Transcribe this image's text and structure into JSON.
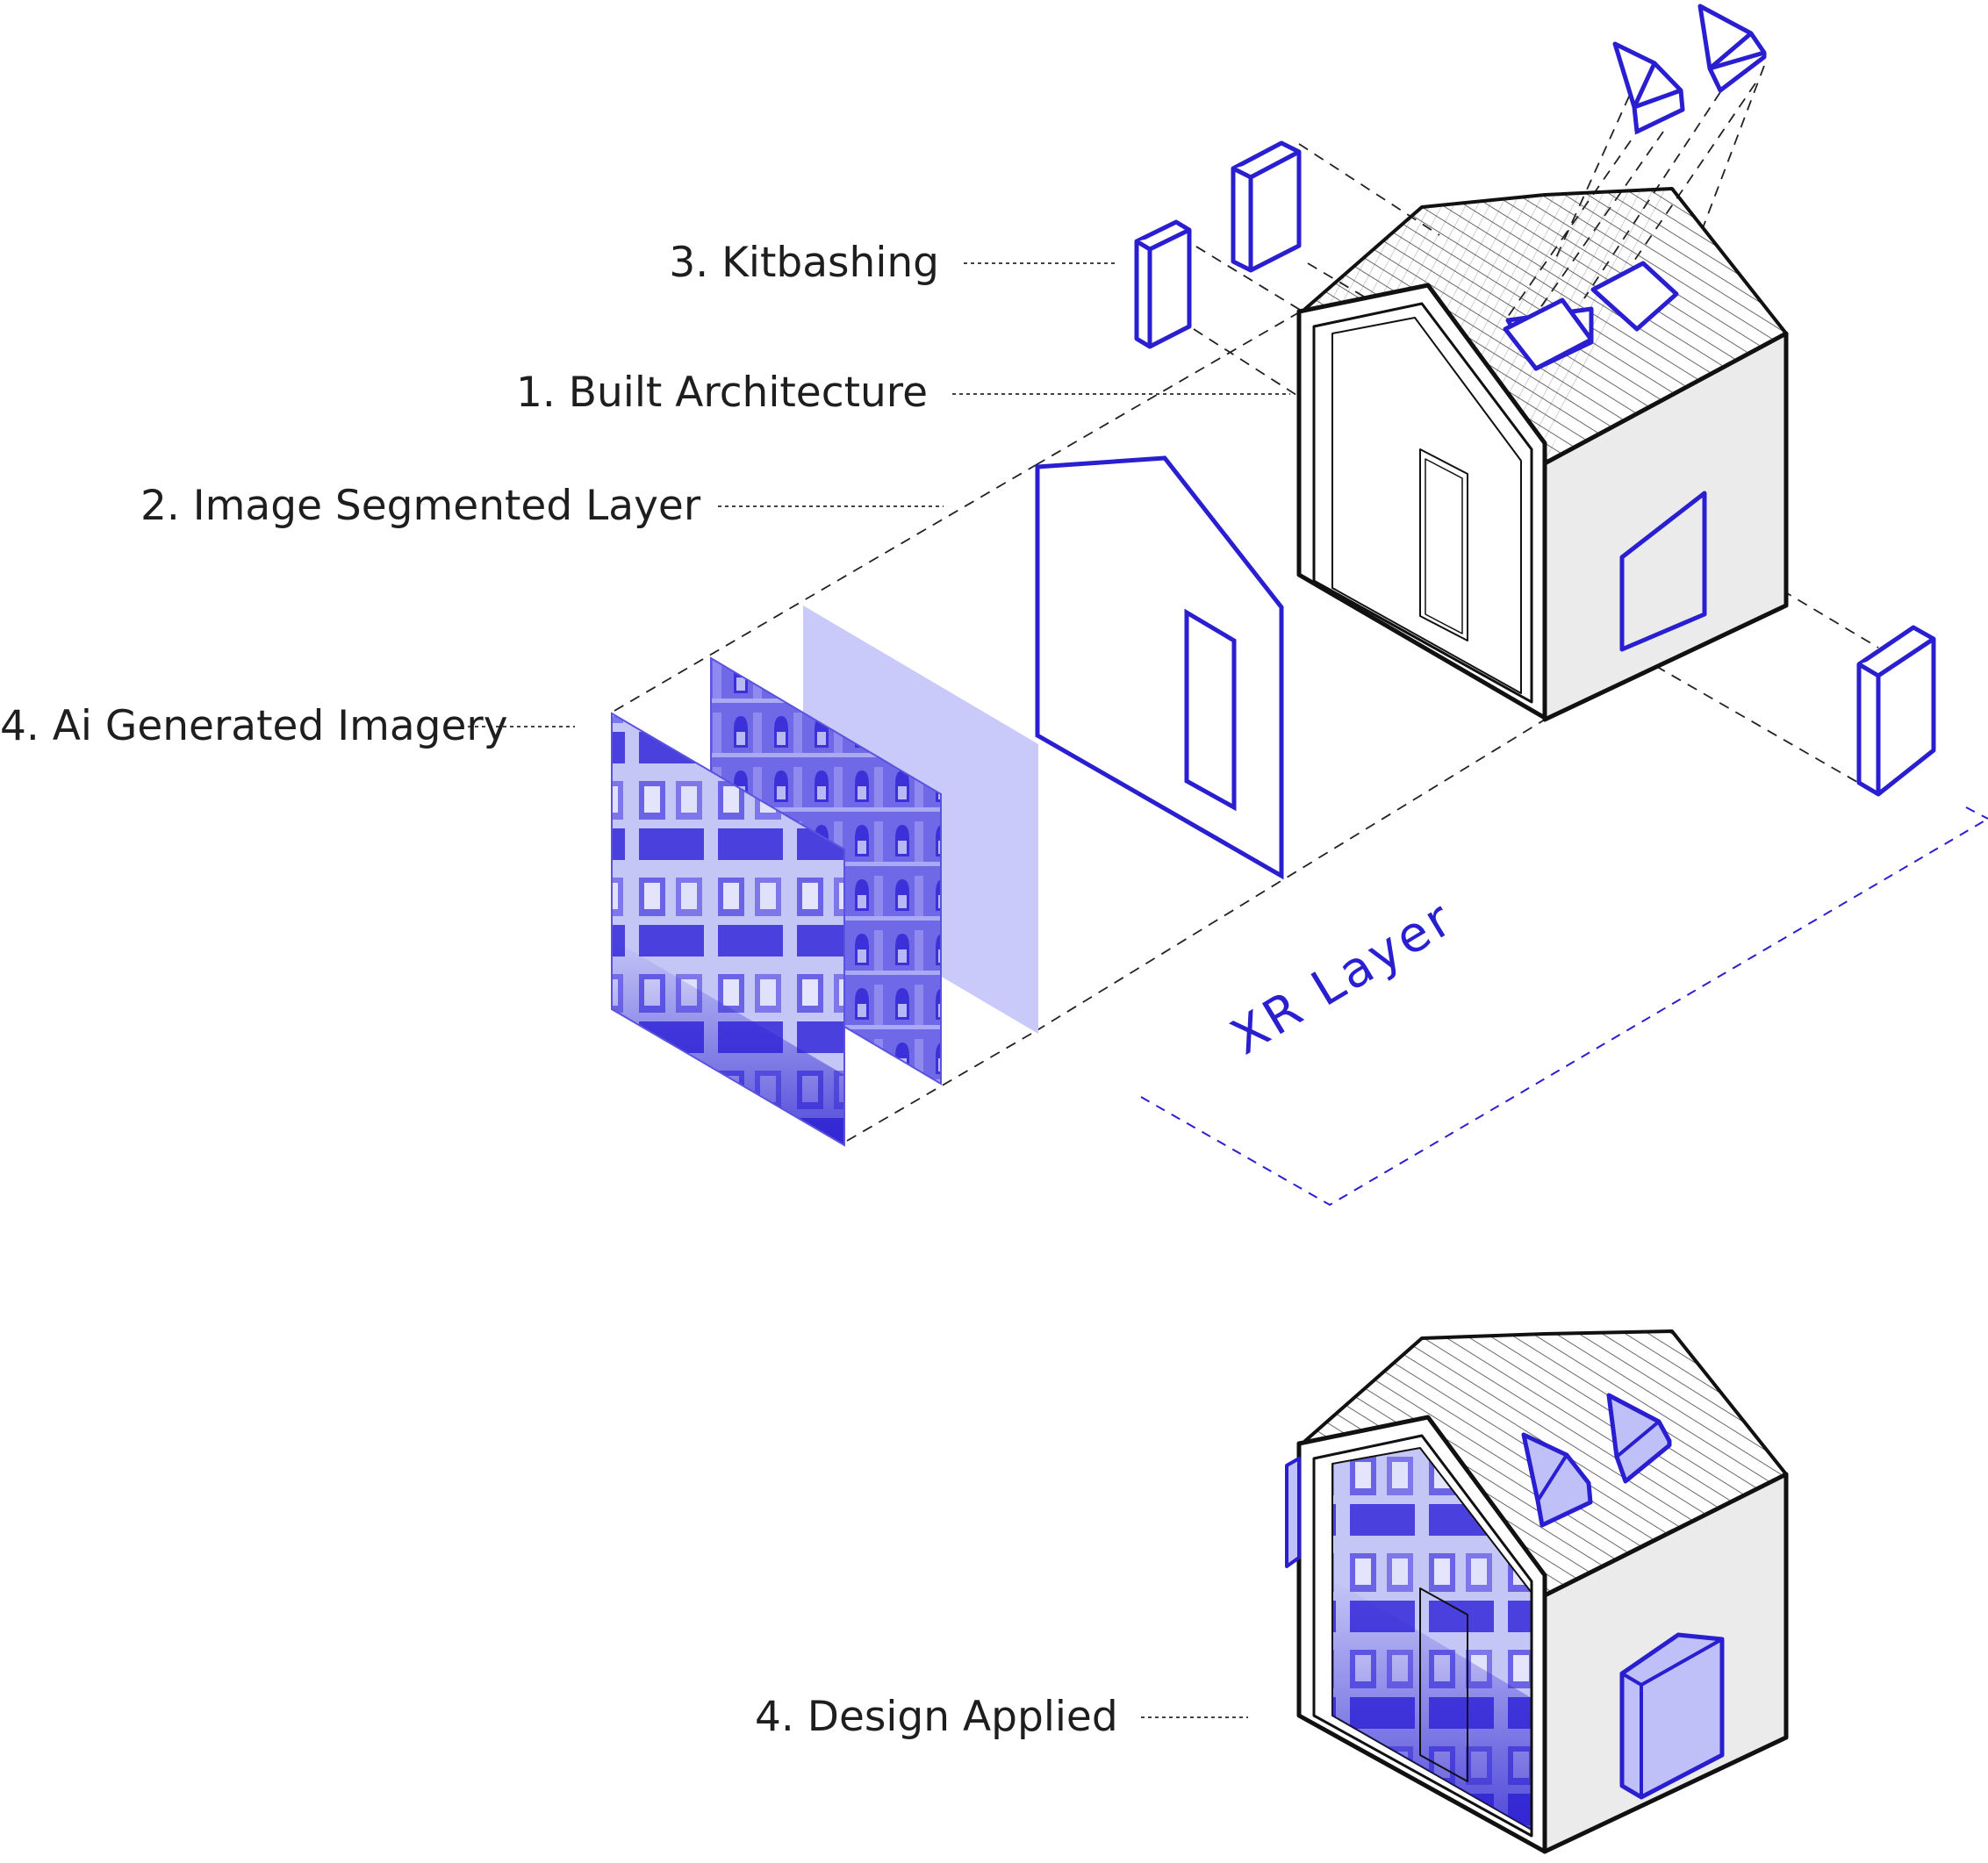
{
  "labels": {
    "kitbashing": "3. Kitbashing",
    "built_architecture": "1. Built Architecture",
    "image_segmented_layer": "2. Image Segmented Layer",
    "ai_generated_imagery": "4. Ai Generated Imagery",
    "design_applied": "4. Design Applied",
    "xr_layer": "XR Layer"
  },
  "colors": {
    "accent_blue": "#2a1fd0",
    "light_blue_fill": "#bfc0f7",
    "translucent_panel": "#c9c9fa",
    "wall_grey": "#ebebeb",
    "line_black": "#111111"
  }
}
